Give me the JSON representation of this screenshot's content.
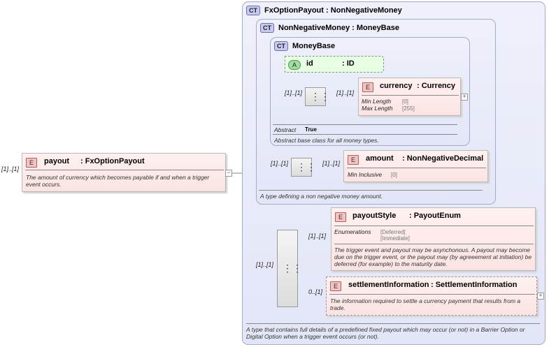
{
  "root": {
    "card": "[1]..[1]",
    "badge": "E",
    "name": "payout",
    "type": ": FxOptionPayout",
    "desc": "The amount of currency which becomes payable if and when a trigger event occurs."
  },
  "ct_outer": {
    "badge": "CT",
    "title": "FxOptionPayout : NonNegativeMoney",
    "desc": "A type that contains full details of a predefined fixed payout which may occur (or not) in a Barrier Option or Digital Option when a trigger event occurs (or not)."
  },
  "ct_mid": {
    "badge": "CT",
    "title": "NonNegativeMoney : MoneyBase",
    "desc": "A type defining a non negative money amount."
  },
  "ct_inner": {
    "badge": "CT",
    "title": "MoneyBase",
    "abstract_label": "Abstract",
    "abstract_value": "True",
    "desc": "Abstract base class for all money types."
  },
  "attr_id": {
    "badge": "A",
    "name": "id",
    "type": ": ID"
  },
  "currency": {
    "badge": "E",
    "name": "currency",
    "type": ": Currency",
    "card_left": "[1]..[1]",
    "card_right": "[1]..[1]",
    "props": [
      {
        "key": "Min Length",
        "value": "[0]"
      },
      {
        "key": "Max Length",
        "value": "[255]"
      }
    ]
  },
  "amount": {
    "badge": "E",
    "name": "amount",
    "type": ": NonNegativeDecimal",
    "card_left": "[1]..[1]",
    "card_right": "[1]..[1]",
    "prop_key": "Min Inclusive",
    "prop_value": "[0]"
  },
  "payout_style": {
    "badge": "E",
    "name": "payoutStyle",
    "type": ": PayoutEnum",
    "card": "[1]..[1]",
    "enum_label": "Enumerations",
    "enum_values": [
      "[Deferred]",
      "[Immediate]"
    ],
    "desc": "The trigger event and payout may be asynchonous. A payout may become due on the trigger event, or the payout may (by agreeement at initiation) be deferred (for example) to the maturity date."
  },
  "settlement": {
    "badge": "E",
    "name": "settlementInformation",
    "type": ": SettlementInformation",
    "card": "0..[1]",
    "desc": "The information required to settle a currency payment that results from a trade."
  },
  "seq_card": "[1]..[1]",
  "expander_minus": "−",
  "expander_plus": "+"
}
